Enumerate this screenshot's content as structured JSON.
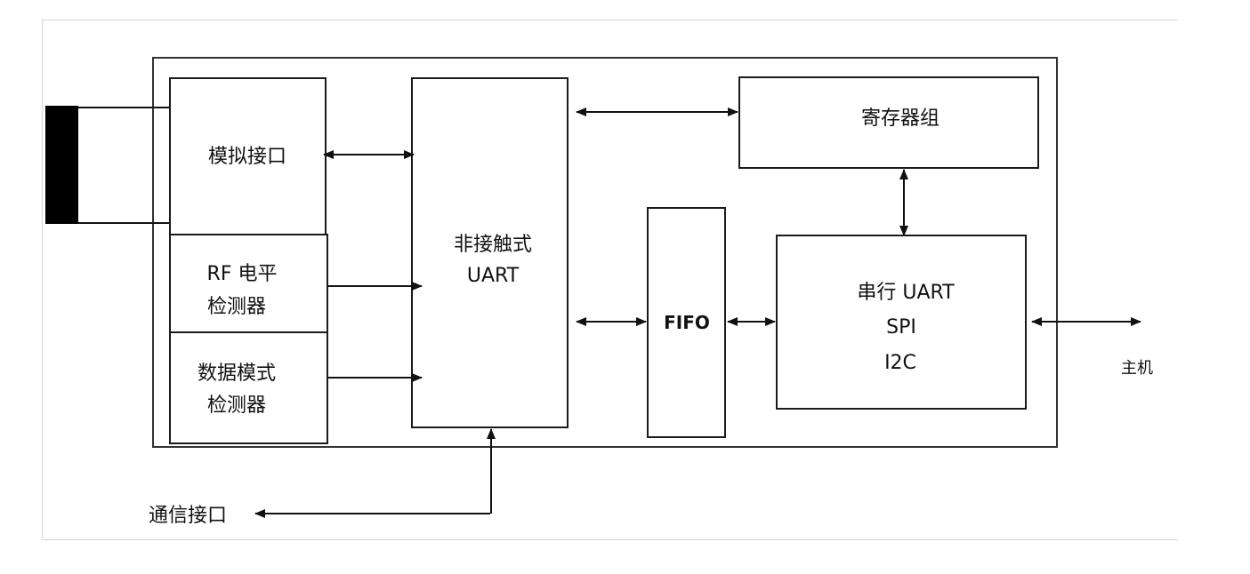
{
  "diagram": {
    "blocks": {
      "analog": "模拟接口",
      "rf_line1": "RF 电平",
      "rf_line2": "检测器",
      "data_line1": "数据模式",
      "data_line2": "检测器",
      "uart_line1": "非接触式",
      "uart_line2": "UART",
      "registers": "寄存器组",
      "fifo": "FIFO",
      "serial_line1": "串行 UART",
      "serial_line2": "SPI",
      "serial_line3": "I2C"
    },
    "external": {
      "host": "主机",
      "comm": "通信接口"
    }
  }
}
